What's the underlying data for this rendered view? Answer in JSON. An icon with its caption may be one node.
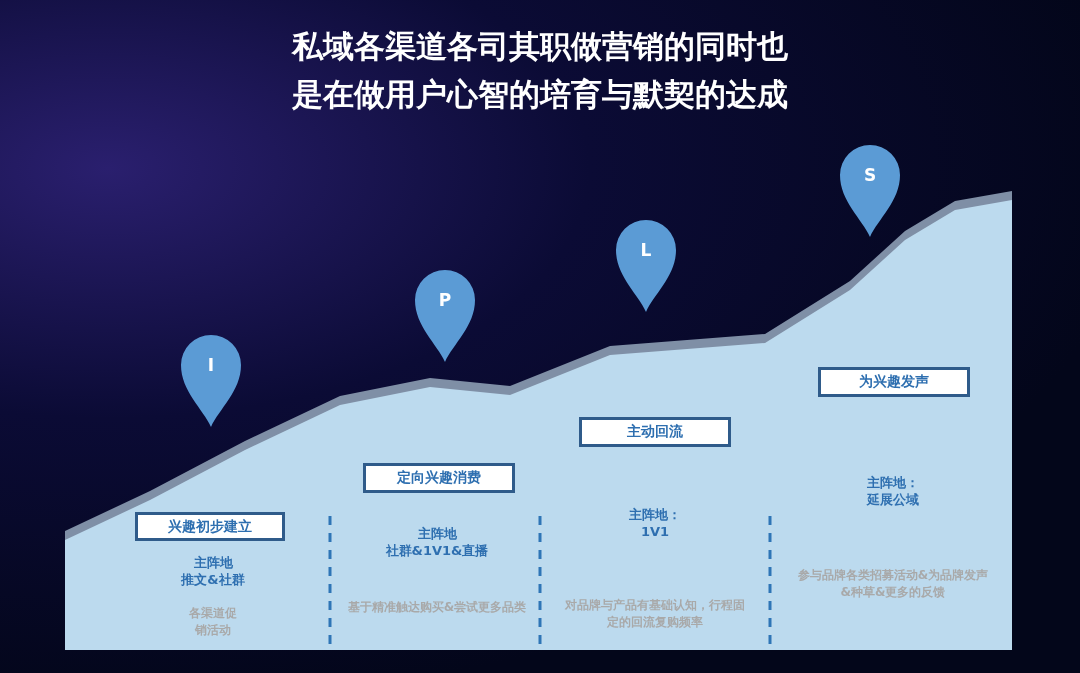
{
  "diagram": {
    "title": "私域各渠道各司其职做营销的同时也是在做用户心智的培育与默契的达成",
    "nodes": [
      {
        "text": [
          "I"
        ]
      },
      {
        "text": [
          "P"
        ]
      },
      {
        "text": [
          "L"
        ]
      },
      {
        "text": [
          "S"
        ]
      },
      {
        "text": [
          "兴趣初步建立"
        ]
      },
      {
        "text": [
          "定向兴趣消费"
        ]
      },
      {
        "text": [
          "主动回流"
        ]
      },
      {
        "text": [
          "为兴趣发声"
        ]
      }
    ],
    "edges": [],
    "labels": [
      "主阵地",
      "推文&社群",
      "各渠道促销活动",
      "主阵地",
      "社群&1V1&直播",
      "基于精准触达购买&尝试更多品类",
      "主阵地：",
      "1V1",
      "对品牌与产品有基础认知，行程固定的回流复购频率",
      "主阵地：",
      "延展公域",
      "参与品牌各类招募活动&为品牌发声&种草&更多的反馈"
    ]
  }
}
